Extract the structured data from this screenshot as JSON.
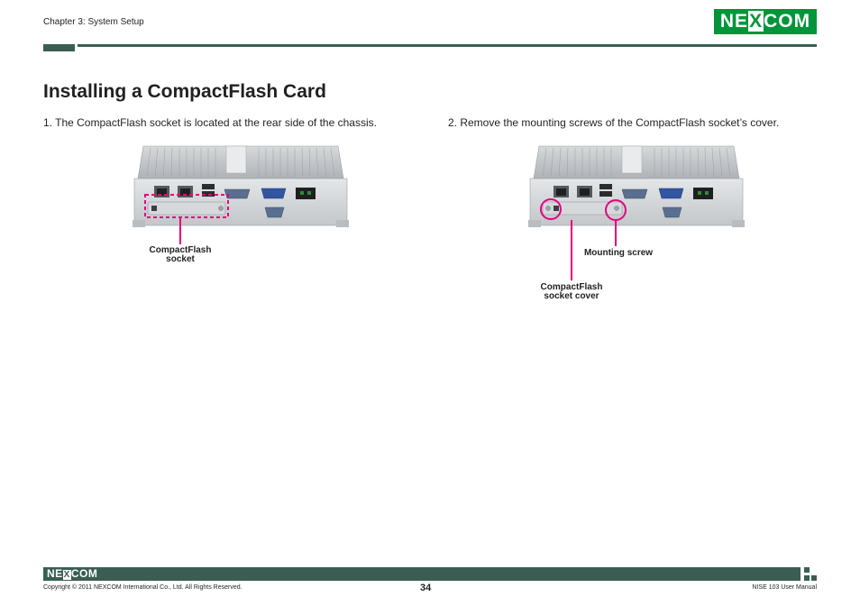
{
  "header": {
    "chapter": "Chapter 3: System Setup",
    "logo": {
      "left": "NE",
      "x": "X",
      "right": "COM"
    }
  },
  "main": {
    "title": "Installing a CompactFlash Card",
    "steps": [
      {
        "text": "1.  The CompactFlash socket is located at the rear side of the chassis."
      },
      {
        "text": "2.  Remove the mounting screws of the CompactFlash socket’s cover."
      }
    ],
    "callouts": {
      "figure1": {
        "line1": "CompactFlash",
        "line2": "socket"
      },
      "figure2_screw": {
        "line1": "Mounting screw"
      },
      "figure2_cover": {
        "line1": "CompactFlash",
        "line2": "socket cover"
      }
    }
  },
  "footer": {
    "logo": {
      "left": "NE",
      "x": "X",
      "right": "COM"
    },
    "copyright": "Copyright © 2011 NEXCOM International Co., Ltd. All Rights Reserved.",
    "page_number": "34",
    "manual": "NISE 103 User Manual"
  },
  "colors": {
    "brand_green": "#00953a",
    "bar_green": "#3b5d54",
    "highlight_magenta": "#e6007e"
  }
}
